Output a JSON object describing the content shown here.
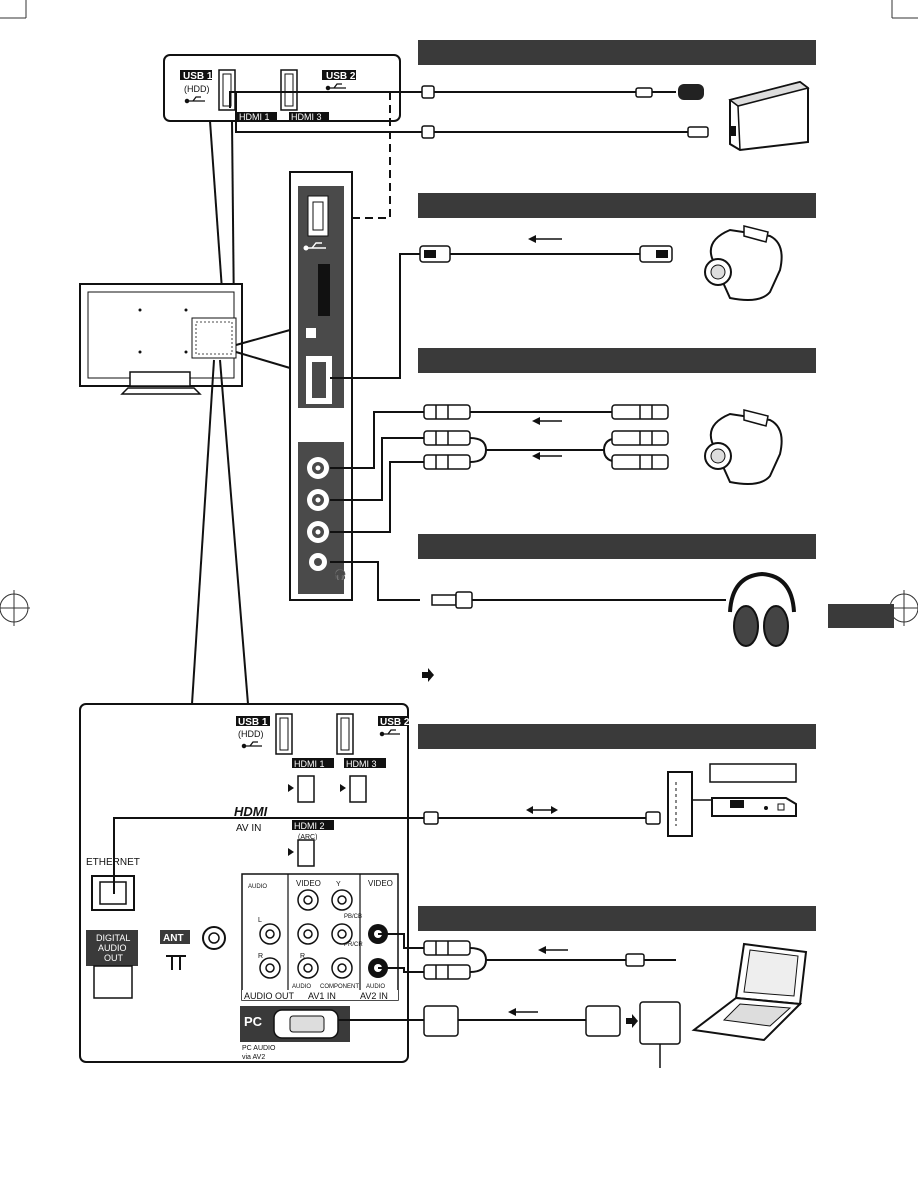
{
  "colors": {
    "bar": "#3a3a3a",
    "panel": "#4a4a4a",
    "line": "#222222",
    "paper": "#ffffff"
  },
  "top_panel": {
    "usb1": "USB 1",
    "usb1_hdd": "(HDD)",
    "usb2": "USB 2",
    "hdmi1": "HDMI 1",
    "hdmi3": "HDMI 3"
  },
  "rear_panel": {
    "usb1": "USB 1",
    "usb1_hdd": "(HDD)",
    "usb2": "USB 2",
    "hdmi1": "HDMI 1",
    "hdmi3": "HDMI 3",
    "hdmi_logo": "HDMI",
    "av_in": "AV IN",
    "hdmi2": "HDMI 2",
    "arc": "(ARC)",
    "ethernet": "ETHERNET",
    "digital_audio_out": [
      "DIGITAL",
      "AUDIO",
      "OUT"
    ],
    "ant": "ANT",
    "video": "VIDEO",
    "video2": "VIDEO",
    "l": "L",
    "r": "R",
    "r2": "R",
    "y": "Y",
    "pb": "PB/CB",
    "pr": "PR/CR",
    "audio": "AUDIO",
    "audio2": "AUDIO",
    "audio3": "AUDIO",
    "component": "COMPONENT",
    "audio_out": "AUDIO OUT",
    "av1_in": "AV1  IN",
    "av2_in": "AV2  IN",
    "pc": "PC",
    "pc_audio": [
      "PC AUDIO",
      "via AV2"
    ]
  },
  "icons": [
    "usb-icon",
    "hdmi-icon",
    "camcorder-icon",
    "headphones-icon",
    "router-icon",
    "modem-icon",
    "laptop-icon",
    "hard-disk-icon",
    "usb-stick-icon",
    "arrow-right-icon"
  ]
}
